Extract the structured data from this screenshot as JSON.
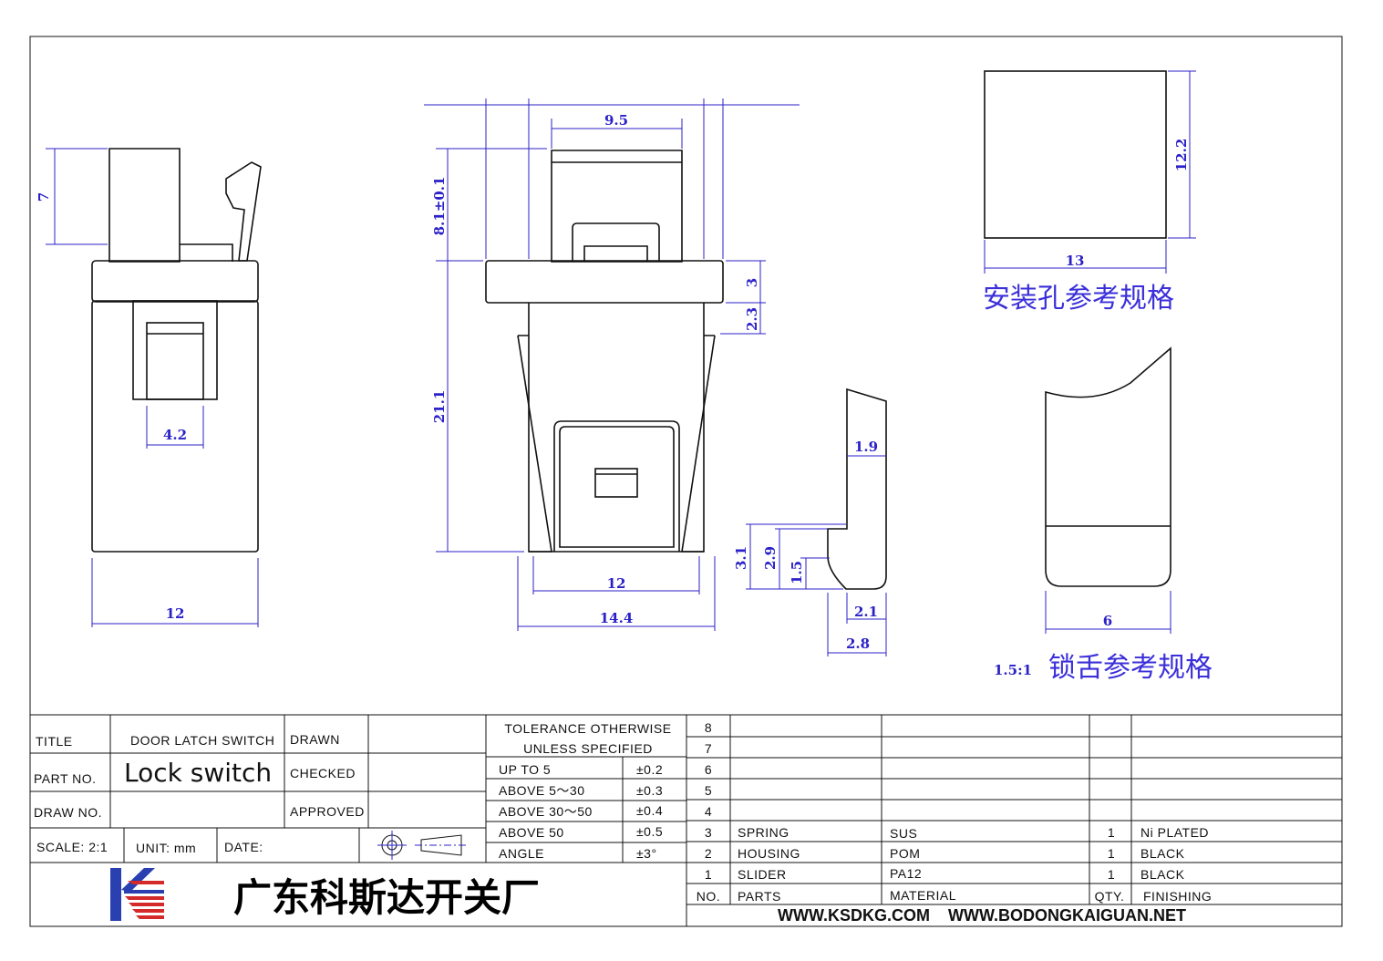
{
  "dimensions": {
    "side_7": "7",
    "side_4_2": "4.2",
    "side_12": "12",
    "front_9_5": "9.5",
    "front_8_1": "8.1±0.1",
    "front_21_1": "21.1",
    "front_3": "3",
    "front_2_3": "2.3",
    "front_12": "12",
    "front_14_4": "14.4",
    "hole_12_2": "12.2",
    "hole_13": "13",
    "tongue_1_9": "1.9",
    "tongue_3_1": "3.1",
    "tongue_2_9": "2.9",
    "tongue_1_5": "1.5",
    "tongue_2_1": "2.1",
    "tongue_2_8": "2.8",
    "tongue_6": "6"
  },
  "labels": {
    "hole_spec": "安装孔参考规格",
    "tongue_scale": "1.5:1",
    "tongue_spec": "锁舌参考规格"
  },
  "title_block": {
    "title_label": "TITLE",
    "title_value": "DOOR LATCH SWITCH",
    "part_no_label": "PART NO.",
    "part_no_value": "Lock switch",
    "draw_no_label": "DRAW NO.",
    "drawn_label": "DRAWN",
    "checked_label": "CHECKED",
    "approved_label": "APPROVED",
    "scale_label": "SCALE: 2:1",
    "unit_label": "UNIT: mm",
    "date_label": "DATE:",
    "company": "广东科斯达开关厂",
    "website": "WWW.KSDKG.COM    WWW.BODONGKAIGUAN.NET"
  },
  "tolerance": {
    "header1": "TOLERANCE OTHERWISE",
    "header2": "UNLESS SPECIFIED",
    "rows": [
      {
        "range": "UP TO 5",
        "value": "±0.2"
      },
      {
        "range": "ABOVE 5～30",
        "value": "±0.3"
      },
      {
        "range": "ABOVE 30～50",
        "value": "±0.4"
      },
      {
        "range": "ABOVE 50",
        "value": "±0.5"
      },
      {
        "range": "ANGLE",
        "value": "±3°"
      }
    ]
  },
  "bom": {
    "rows": [
      {
        "no": "8",
        "part": "",
        "material": "",
        "qty": "",
        "finishing": ""
      },
      {
        "no": "7",
        "part": "",
        "material": "",
        "qty": "",
        "finishing": ""
      },
      {
        "no": "6",
        "part": "",
        "material": "",
        "qty": "",
        "finishing": ""
      },
      {
        "no": "5",
        "part": "",
        "material": "",
        "qty": "",
        "finishing": ""
      },
      {
        "no": "4",
        "part": "",
        "material": "",
        "qty": "",
        "finishing": ""
      },
      {
        "no": "3",
        "part": "SPRING",
        "material": "SUS",
        "qty": "1",
        "finishing": "Ni PLATED"
      },
      {
        "no": "2",
        "part": "HOUSING",
        "material": "POM",
        "qty": "1",
        "finishing": "BLACK"
      },
      {
        "no": "1",
        "part": "SLIDER",
        "material": "PA12",
        "qty": "1",
        "finishing": "BLACK"
      }
    ],
    "header": {
      "no": "NO.",
      "part": "PARTS",
      "material": "MATERIAL",
      "qty": "QTY.",
      "finishing": "FINISHING"
    }
  },
  "colors": {
    "dimension": "#2b22c8",
    "line": "#111111",
    "logo_blue": "#2a3fb0",
    "logo_red": "#d42a2a"
  }
}
